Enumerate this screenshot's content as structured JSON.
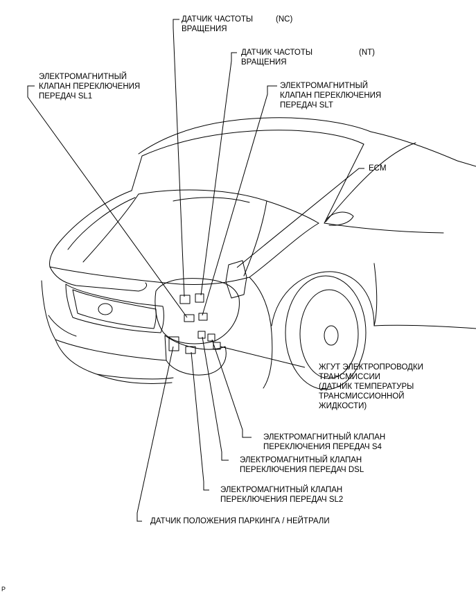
{
  "labels": {
    "nc_sensor": {
      "lines": [
        "ДАТЧИК ЧАСТОТЫ",
        "ВРАЩЕНИЯ"
      ],
      "code": "(NC)"
    },
    "nt_sensor": {
      "lines": [
        "ДАТЧИК ЧАСТОТЫ",
        "ВРАЩЕНИЯ"
      ],
      "code": "(NT)"
    },
    "sl1": {
      "lines": [
        "ЭЛЕКТРОМАГНИТНЫЙ",
        "КЛАПАН ПЕРЕКЛЮЧЕНИЯ",
        "ПЕРЕДАЧ SL1"
      ]
    },
    "slt": {
      "lines": [
        "ЭЛЕКТРОМАГНИТНЫЙ",
        "КЛАПАН ПЕРЕКЛЮЧЕНИЯ",
        "ПЕРЕДАЧ SLT"
      ]
    },
    "ecm": {
      "lines": [
        "ECM"
      ]
    },
    "harness": {
      "lines": [
        "ЖГУТ ЭЛЕКТРОПРОВОДКИ",
        "ТРАНСМИССИИ",
        "(ДАТЧИК ТЕМПЕРАТУРЫ",
        "ТРАНСМИССИОННОЙ",
        "ЖИДКОСТИ)"
      ]
    },
    "s4": {
      "lines": [
        "ЭЛЕКТРОМАГНИТНЫЙ КЛАПАН",
        "ПЕРЕКЛЮЧЕНИЯ ПЕРЕДАЧ S4"
      ]
    },
    "dsl": {
      "lines": [
        "ЭЛЕКТРОМАГНИТНЫЙ КЛАПАН",
        "ПЕРЕКЛЮЧЕНИЯ ПЕРЕДАЧ DSL"
      ]
    },
    "sl2": {
      "lines": [
        "ЭЛЕКТРОМАГНИТНЫЙ КЛАПАН",
        "ПЕРЕКЛЮЧЕНИЯ ПЕРЕДАЧ SL2"
      ]
    },
    "pnp": {
      "lines": [
        "ДАТЧИК ПОЛОЖЕНИЯ ПАРКИНГА / НЕЙТРАЛИ"
      ]
    }
  },
  "corner_mark": "P"
}
